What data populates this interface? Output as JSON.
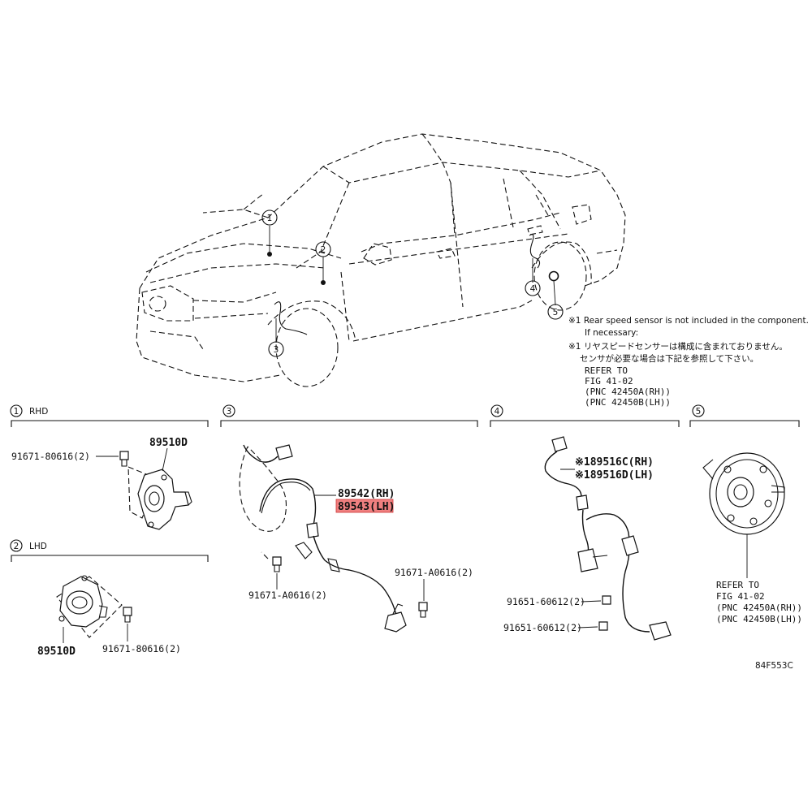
{
  "callouts": [
    "1",
    "2",
    "3",
    "4",
    "5"
  ],
  "note": {
    "line1": "※1 Rear speed sensor is not included in the component.",
    "line2": "If necessary:",
    "line3": "※1 リヤスピードセンサーは構成に含まれておりません。",
    "line4": "センサが必要な場合は下記を参照して下さい。",
    "ref1": "REFER TO",
    "ref2": "FIG 41-02",
    "ref3": "(PNC 42450A(RH))",
    "ref4": "(PNC 42450B(LH))"
  },
  "sections": {
    "s1": {
      "num": "1",
      "title": "RHD"
    },
    "s2": {
      "num": "2",
      "title": "LHD"
    },
    "s3": {
      "num": "3"
    },
    "s4": {
      "num": "4"
    },
    "s5": {
      "num": "5"
    }
  },
  "parts": {
    "rhd_sensor": "89510D",
    "rhd_bolt": "91671-80616(2)",
    "lhd_sensor": "89510D",
    "lhd_bolt": "91671-80616(2)",
    "front_rh": "89542(RH)",
    "front_lh": "89543(LH)",
    "front_bolt1": "91671-A0616(2)",
    "front_bolt2": "91671-A0616(2)",
    "rear_rh": "※189516C(RH)",
    "rear_lh": "※189516D(LH)",
    "rear_bolt1": "91651-60612(2)",
    "rear_bolt2": "91651-60612(2)",
    "hub_ref1": "REFER TO",
    "hub_ref2": "FIG 41-02",
    "hub_ref3": "(PNC 42450A(RH))",
    "hub_ref4": "(PNC 42450B(LH))"
  },
  "highlight_color": "#f08080",
  "figure_id": "84F553C"
}
